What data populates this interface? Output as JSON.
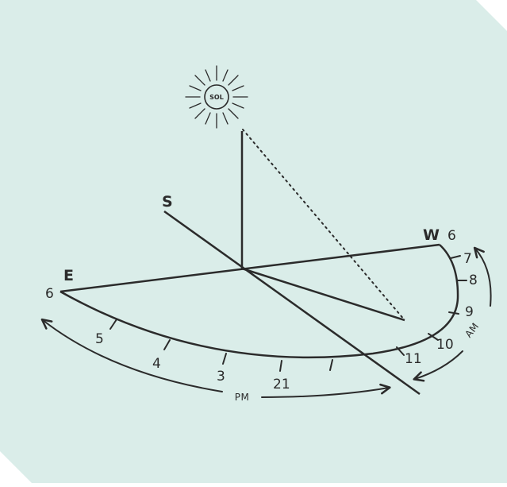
{
  "sun": {
    "label": "SOL"
  },
  "directions": {
    "south": "S",
    "east": "E",
    "west": "W"
  },
  "hours": {
    "east_six": "6",
    "west_six": "6",
    "h7": "7",
    "h8": "8",
    "h9": "9",
    "h10": "10",
    "h11": "11",
    "h21": "21",
    "h3": "3",
    "h4": "4",
    "h5": "5"
  },
  "period_labels": {
    "am": "AM",
    "pm": "PM"
  },
  "colors": {
    "background": "#daede9",
    "ink": "#2b2b2b"
  }
}
